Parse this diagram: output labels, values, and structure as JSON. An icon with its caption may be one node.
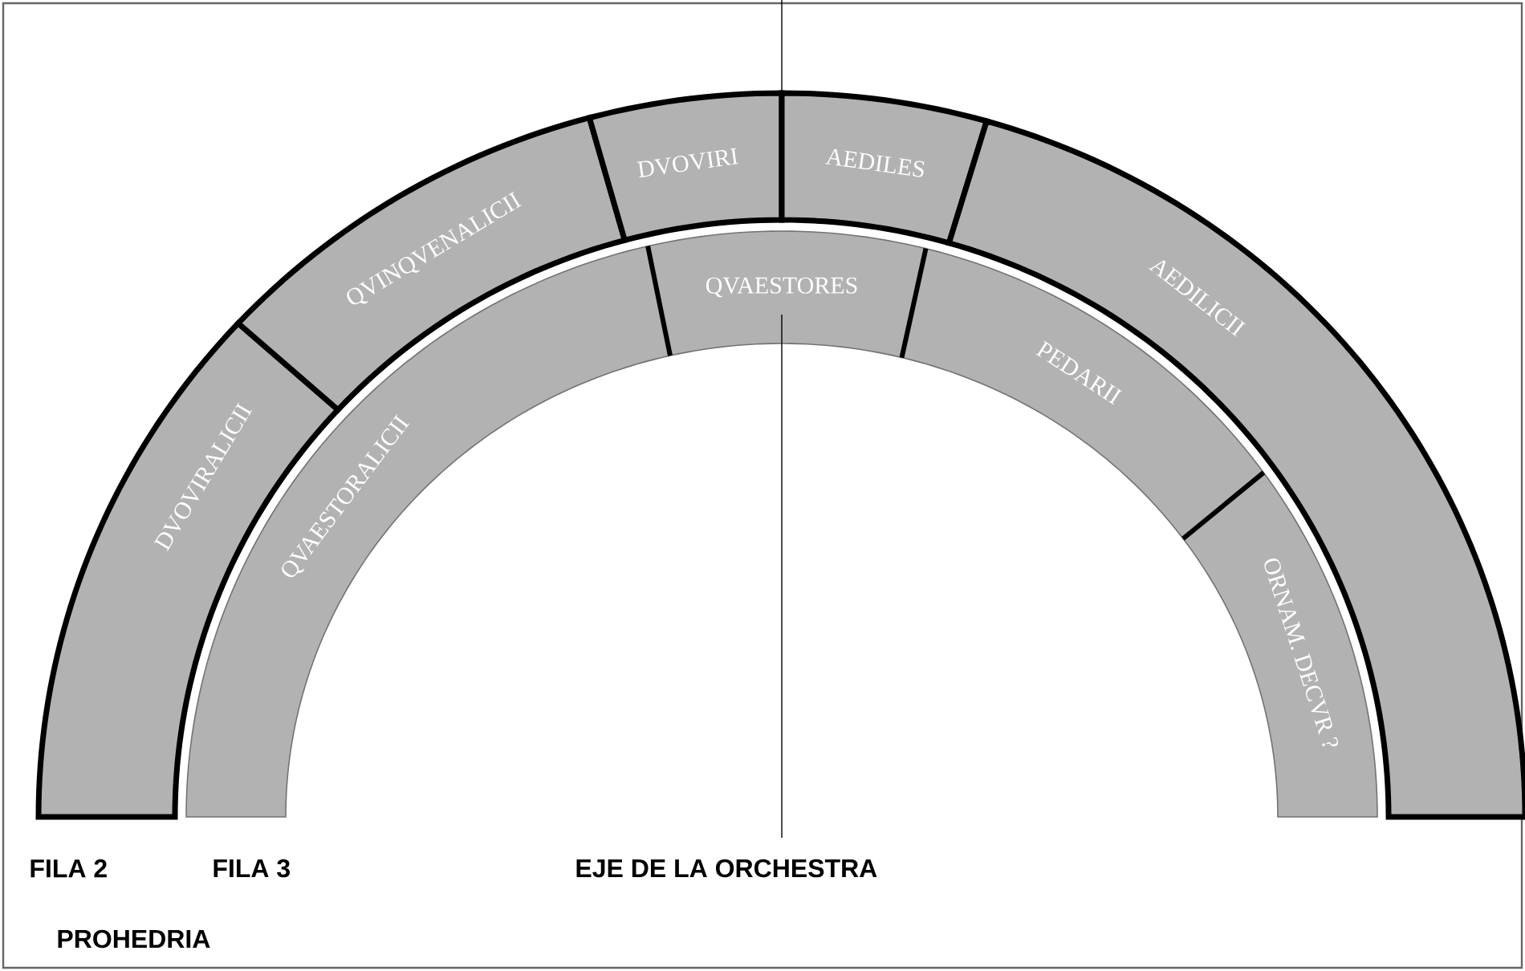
{
  "diagram": {
    "nodes": [
      {
        "text": [
          "DVOVIRALICII"
        ]
      },
      {
        "text": [
          "QVINQVENALICII"
        ]
      },
      {
        "text": [
          "DVOVIRI"
        ]
      },
      {
        "text": [
          "AEDILES"
        ]
      },
      {
        "text": [
          "AEDILICII"
        ]
      },
      {
        "text": [
          "QVAESTORALICII"
        ]
      },
      {
        "text": [
          "QVAESTORES"
        ]
      },
      {
        "text": [
          "PEDARII"
        ]
      },
      {
        "text": [
          "ORNAM. DECVR ?"
        ]
      }
    ],
    "labels": [
      "FILA 2",
      "FILA 3",
      "EJE DE LA ORCHESTRA",
      "PROHEDRIA"
    ]
  }
}
